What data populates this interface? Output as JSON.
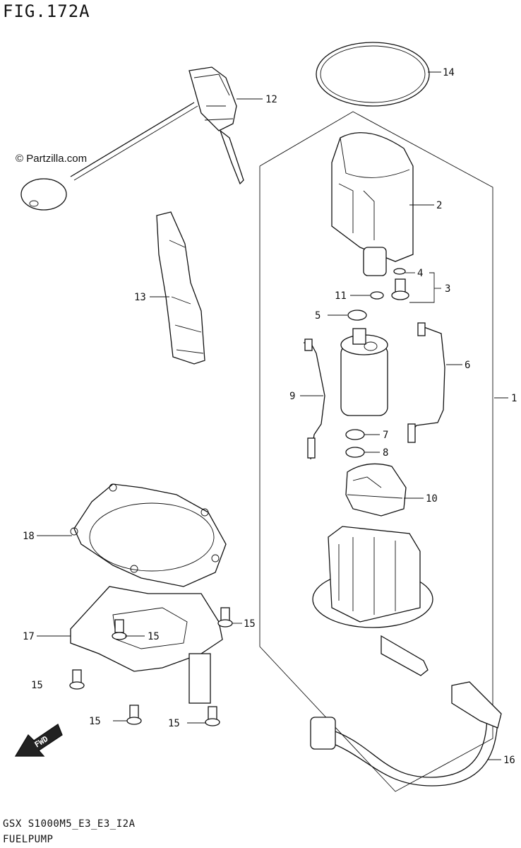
{
  "figure": {
    "title": "FIG.172A",
    "watermark": "© Partzilla.com",
    "footer_code": "GSX S1000M5_E3_E3_I2A",
    "footer_name": "FUELPUMP",
    "fwd_label": "FWD"
  },
  "callouts": [
    {
      "id": "c14",
      "label": "14"
    },
    {
      "id": "c12",
      "label": "12"
    },
    {
      "id": "c2",
      "label": "2"
    },
    {
      "id": "c4",
      "label": "4"
    },
    {
      "id": "c3",
      "label": "3"
    },
    {
      "id": "c11",
      "label": "11"
    },
    {
      "id": "c5",
      "label": "5"
    },
    {
      "id": "c6",
      "label": "6"
    },
    {
      "id": "c1",
      "label": "1"
    },
    {
      "id": "c9",
      "label": "9"
    },
    {
      "id": "c7",
      "label": "7"
    },
    {
      "id": "c8",
      "label": "8"
    },
    {
      "id": "c13",
      "label": "13"
    },
    {
      "id": "c10",
      "label": "10"
    },
    {
      "id": "c18",
      "label": "18"
    },
    {
      "id": "c15a",
      "label": "15"
    },
    {
      "id": "c15b",
      "label": "15"
    },
    {
      "id": "c17",
      "label": "17"
    },
    {
      "id": "c15c",
      "label": "15"
    },
    {
      "id": "c15d",
      "label": "15"
    },
    {
      "id": "c15e",
      "label": "15"
    },
    {
      "id": "c16",
      "label": "16"
    }
  ]
}
